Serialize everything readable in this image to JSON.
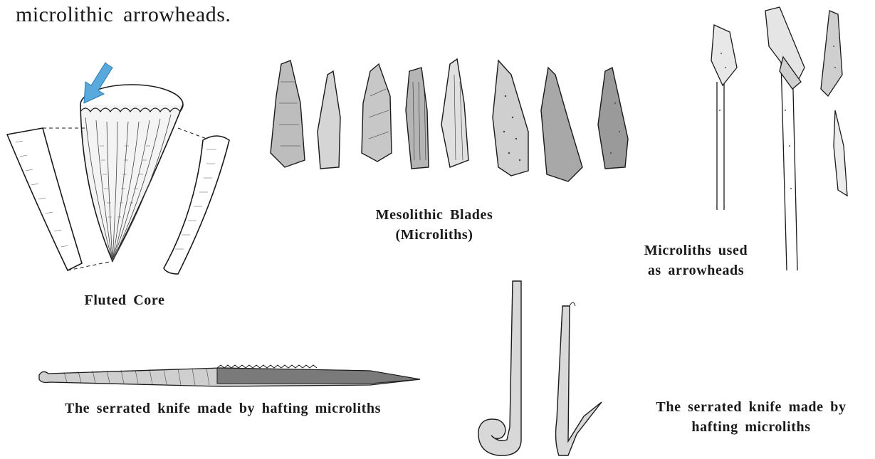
{
  "intro_text": "microlithic arrowheads.",
  "figures": {
    "fluted_core": {
      "caption": "Fluted Core"
    },
    "mesolithic_blades": {
      "caption_line1": "Mesolithic Blades",
      "caption_line2": "(Microliths)"
    },
    "arrowheads": {
      "caption_line1": "Microliths used",
      "caption_line2": "as arrowheads"
    },
    "serrated_knife_long": {
      "caption": "The serrated knife made by hafting microliths"
    },
    "serrated_knife_sickles": {
      "caption_line1": "The serrated knife made by",
      "caption_line2": "hafting microliths"
    }
  },
  "colors": {
    "ink": "#1a1a1a",
    "arrow_blue": "#5aa9dc",
    "stone_grey": "#9a9a9a",
    "haft_grey": "#c8c8c8"
  }
}
